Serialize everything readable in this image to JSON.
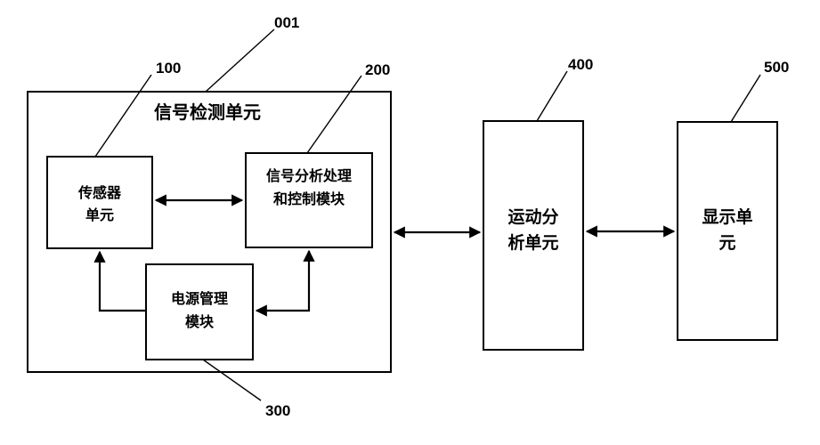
{
  "references": {
    "r001": "001",
    "r100": "100",
    "r200": "200",
    "r300": "300",
    "r400": "400",
    "r500": "500"
  },
  "signal_detection_unit": {
    "title": "信号检测单元"
  },
  "sensor_unit": {
    "line1": "传感器",
    "line2": "单元"
  },
  "signal_processing_module": {
    "line1": "信号分析处理",
    "line2": "和控制模块"
  },
  "power_management_module": {
    "line1": "电源管理",
    "line2": "模块"
  },
  "motion_analysis_unit": {
    "line1": "运动分",
    "line2": "析单元"
  },
  "display_unit": {
    "line1": "显示单",
    "line2": "元"
  }
}
